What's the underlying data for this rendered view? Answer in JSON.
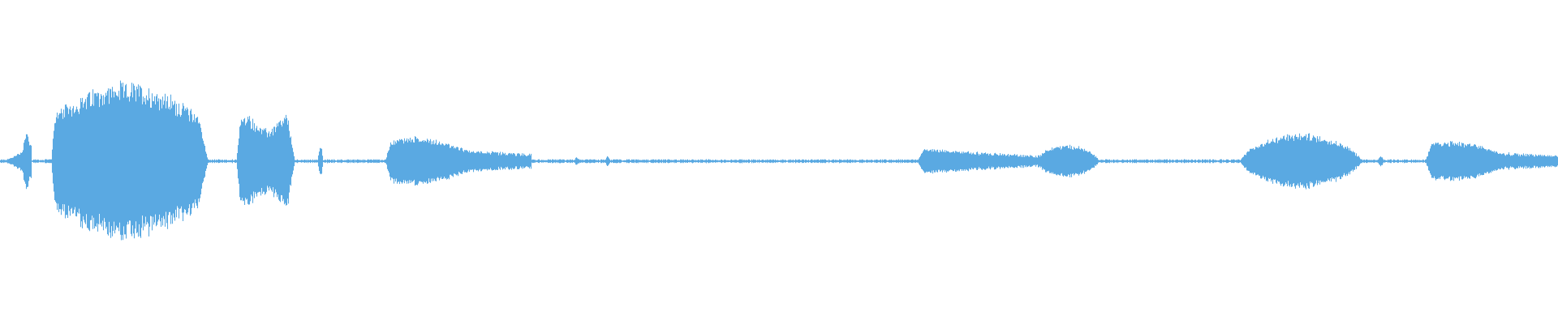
{
  "waveform": {
    "color": "#5aa9e2",
    "baseline_color": "#5aa9e2",
    "background": "#ffffff",
    "amplitude_scale": "linear",
    "regions": [
      {
        "name": "blip-start",
        "start": 0.0,
        "end": 0.02,
        "amp": 0.06,
        "shape": "ramp-up"
      },
      {
        "name": "blip-start-2",
        "start": 0.014,
        "end": 0.02,
        "amp": 0.09,
        "shape": "spike"
      },
      {
        "name": "loud-segment",
        "start": 0.033,
        "end": 0.133,
        "amp": 0.24,
        "shape": "bulge-high"
      },
      {
        "name": "segment-2",
        "start": 0.152,
        "end": 0.189,
        "amp": 0.14,
        "shape": "plateau"
      },
      {
        "name": "click-1",
        "start": 0.204,
        "end": 0.207,
        "amp": 0.05,
        "shape": "spike"
      },
      {
        "name": "segment-3",
        "start": 0.247,
        "end": 0.341,
        "amp": 0.085,
        "shape": "hump-decay"
      },
      {
        "name": "click-2",
        "start": 0.368,
        "end": 0.372,
        "amp": 0.012,
        "shape": "spike"
      },
      {
        "name": "click-3",
        "start": 0.389,
        "end": 0.391,
        "amp": 0.02,
        "shape": "spike"
      },
      {
        "name": "segment-4",
        "start": 0.589,
        "end": 0.665,
        "amp": 0.04,
        "shape": "taper"
      },
      {
        "name": "segment-5",
        "start": 0.664,
        "end": 0.705,
        "amp": 0.05,
        "shape": "bulge"
      },
      {
        "name": "segment-6",
        "start": 0.796,
        "end": 0.873,
        "amp": 0.085,
        "shape": "bulge"
      },
      {
        "name": "click-4",
        "start": 0.884,
        "end": 0.888,
        "amp": 0.02,
        "shape": "spike"
      },
      {
        "name": "segment-7",
        "start": 0.915,
        "end": 1.0,
        "amp": 0.07,
        "shape": "hump-decay"
      }
    ],
    "noise_floor": 0.004
  }
}
